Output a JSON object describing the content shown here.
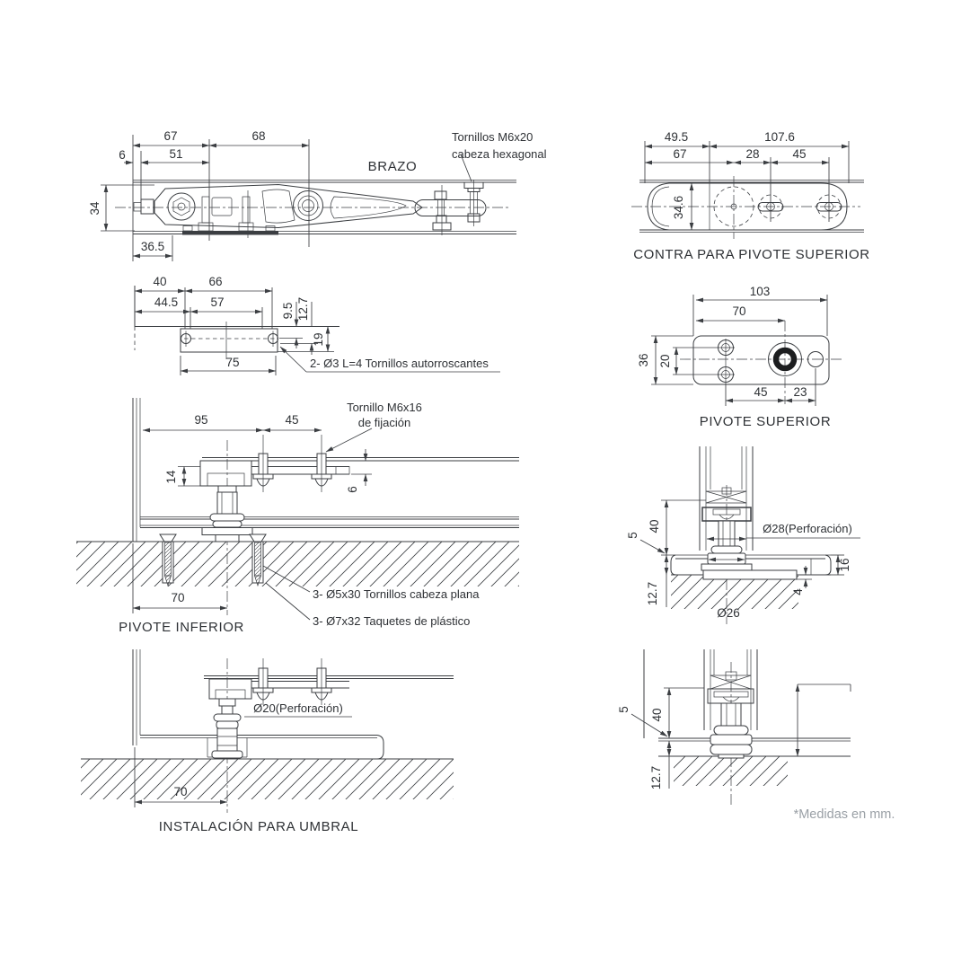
{
  "note": "*Medidas en mm.",
  "colors": {
    "line": "#3b3e42",
    "text": "#2e3135",
    "muted": "#9aa0a6",
    "background": "#ffffff"
  },
  "views": {
    "brazo": {
      "title": "BRAZO",
      "callout": [
        "Tornillos M6x20",
        "cabeza hexagonal"
      ],
      "dims": {
        "w1": "67",
        "w2": "68",
        "off": "6",
        "inner": "51",
        "h": "34",
        "base": "36.5"
      }
    },
    "contra": {
      "title": "CONTRA PARA PIVOTE SUPERIOR",
      "dims": {
        "a": "49.5",
        "b": "107.6",
        "c": "67",
        "d": "28",
        "e": "45",
        "h": "34.6"
      }
    },
    "placa": {
      "callout": "2- Ø3 L=4 Tornillos autorroscantes",
      "dims": {
        "a": "40",
        "b": "66",
        "c": "44.5",
        "d": "57",
        "e": "9.5",
        "f": "12.7",
        "g": "19",
        "w": "75"
      }
    },
    "pivsup": {
      "title": "PIVOTE SUPERIOR",
      "dims": {
        "a": "103",
        "b": "70",
        "h": "36",
        "i": "20",
        "c": "45",
        "d": "23"
      }
    },
    "pivinf": {
      "title": "PIVOTE INFERIOR",
      "callout_screw": [
        "Tornillo M6x16",
        "de fijación"
      ],
      "callout_flat": "3- Ø5x30 Tornillos cabeza plana",
      "callout_anchor": "3- Ø7x32 Taquetes de plástico",
      "dims": {
        "a": "95",
        "b": "45",
        "h": "14",
        "t": "6",
        "base": "70"
      }
    },
    "detinf": {
      "label_hole": "Ø28(Perforación)",
      "label_dia": "Ø26",
      "dims": {
        "gap": "5",
        "h": "40",
        "floor": "12.7",
        "sill": "16",
        "step": "4"
      }
    },
    "umbral": {
      "title": "INSTALACIÓN PARA UMBRAL",
      "label_hole": "Ø20(Perforación)",
      "dims": {
        "base": "70"
      }
    },
    "detumb": {
      "dims": {
        "gap": "5",
        "h": "40",
        "floor": "12.7"
      }
    }
  }
}
